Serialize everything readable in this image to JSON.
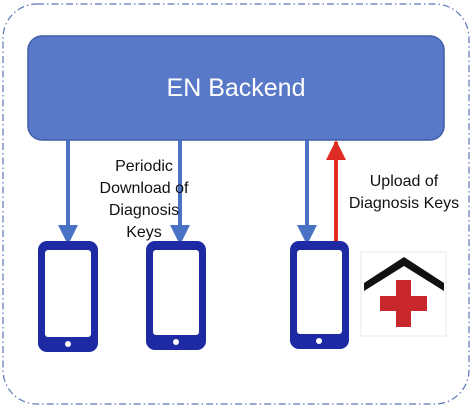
{
  "backend": {
    "title": "EN Backend"
  },
  "download_label": {
    "lines": [
      "Periodic",
      "Download of",
      "Diagnosis",
      "Keys"
    ]
  },
  "upload_label": {
    "lines": [
      "Upload of",
      "Diagnosis Keys"
    ]
  },
  "colors": {
    "backend_fill": "#5878c8",
    "backend_border": "#3f5da6",
    "phone_body": "#1d2aa3",
    "download_arrow": "#4a72c4",
    "upload_arrow": "#e02b22",
    "boundary": "#5b76b8",
    "hospital_roof": "#111111",
    "hospital_cross": "#c8282b"
  },
  "icons": {
    "phones": [
      "smartphone-icon",
      "smartphone-icon",
      "smartphone-icon"
    ],
    "hospital": "hospital-icon"
  }
}
